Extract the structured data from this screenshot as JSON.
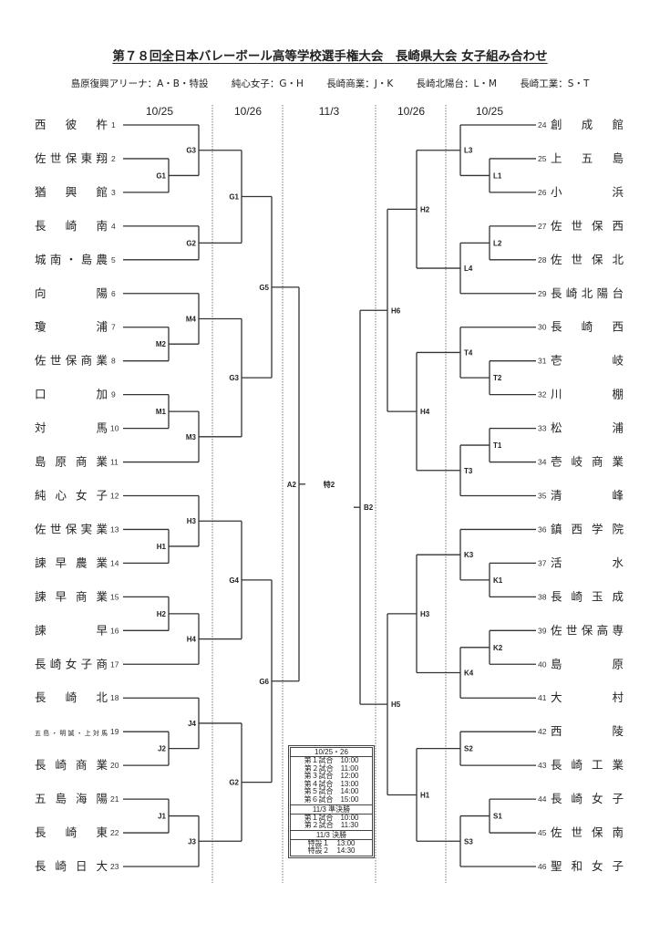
{
  "title": "第７８回全日本バレーボール高等学校選手権大会　長崎県大会 女子組み合わせ",
  "venues": [
    "島原復興アリーナ：A・B・特設",
    "純心女子：G・H",
    "長崎商業：J・K",
    "長崎北陽台：L・M",
    "長崎工業：S・T"
  ],
  "dates": {
    "left_r1": "10/25",
    "left_r2": "10/26",
    "final": "11/3",
    "right_r2": "10/26",
    "right_r1": "10/25"
  },
  "left_teams": [
    {
      "num": "1",
      "name": "西　彼　杵"
    },
    {
      "num": "2",
      "name": "佐世保東翔"
    },
    {
      "num": "3",
      "name": "猶　興　館"
    },
    {
      "num": "4",
      "name": "長　崎　南"
    },
    {
      "num": "5",
      "name": "城南・島農"
    },
    {
      "num": "6",
      "name": "向　　　陽"
    },
    {
      "num": "7",
      "name": "瓊　　　浦"
    },
    {
      "num": "8",
      "name": "佐世保商業"
    },
    {
      "num": "9",
      "name": "口　　　加"
    },
    {
      "num": "10",
      "name": "対　　　馬"
    },
    {
      "num": "11",
      "name": "島 原 商 業"
    },
    {
      "num": "12",
      "name": "純 心 女 子"
    },
    {
      "num": "13",
      "name": "佐世保実業"
    },
    {
      "num": "14",
      "name": "諫 早 農 業"
    },
    {
      "num": "15",
      "name": "諫 早 商 業"
    },
    {
      "num": "16",
      "name": "諫　　　早"
    },
    {
      "num": "17",
      "name": "長崎女子商"
    },
    {
      "num": "18",
      "name": "長　崎　北"
    },
    {
      "num": "19",
      "name": "五島・明誠・上対馬",
      "small": true
    },
    {
      "num": "20",
      "name": "長 崎 商 業"
    },
    {
      "num": "21",
      "name": "五 島 海 陽"
    },
    {
      "num": "22",
      "name": "長　崎　東"
    },
    {
      "num": "23",
      "name": "長 崎 日 大"
    }
  ],
  "right_teams": [
    {
      "num": "24",
      "name": "創　成　館"
    },
    {
      "num": "25",
      "name": "上　五　島"
    },
    {
      "num": "26",
      "name": "小　　　浜"
    },
    {
      "num": "27",
      "name": "佐 世 保 西"
    },
    {
      "num": "28",
      "name": "佐 世 保 北"
    },
    {
      "num": "29",
      "name": "長崎北陽台"
    },
    {
      "num": "30",
      "name": "長　崎　西"
    },
    {
      "num": "31",
      "name": "壱　　　岐"
    },
    {
      "num": "32",
      "name": "川　　　棚"
    },
    {
      "num": "33",
      "name": "松　　　浦"
    },
    {
      "num": "34",
      "name": "壱 岐 商 業"
    },
    {
      "num": "35",
      "name": "清　　　峰"
    },
    {
      "num": "36",
      "name": "鎮 西 学 院"
    },
    {
      "num": "37",
      "name": "活　　　水"
    },
    {
      "num": "38",
      "name": "長 崎 玉 成"
    },
    {
      "num": "39",
      "name": "佐世保高専"
    },
    {
      "num": "40",
      "name": "島　　　原"
    },
    {
      "num": "41",
      "name": "大　　　村"
    },
    {
      "num": "42",
      "name": "西　　　陵"
    },
    {
      "num": "43",
      "name": "長 崎 工 業"
    },
    {
      "num": "44",
      "name": "長 崎 女 子"
    },
    {
      "num": "45",
      "name": "佐 世 保 南"
    },
    {
      "num": "46",
      "name": "聖 和 女 子"
    }
  ],
  "left_matches": {
    "r1_inner": [
      {
        "label": "G1",
        "a": 2,
        "b": 3
      },
      {
        "label": "M2",
        "a": 7,
        "b": 8
      },
      {
        "label": "M1",
        "a": 9,
        "b": 10
      },
      {
        "label": "H1",
        "a": 13,
        "b": 14
      },
      {
        "label": "H2",
        "a": 15,
        "b": 16
      },
      {
        "label": "J2",
        "a": 19,
        "b": 20
      },
      {
        "label": "J1",
        "a": 21,
        "b": 22
      }
    ],
    "r1_outer": [
      {
        "label": "G3",
        "a": "t1",
        "b": "G1"
      },
      {
        "label": "G2",
        "a": "t4",
        "b": "t5"
      },
      {
        "label": "M4",
        "a": "t6",
        "b": "M2"
      },
      {
        "label": "M3",
        "a": "M1",
        "b": "t11"
      },
      {
        "label": "H3",
        "a": "t12",
        "b": "H1"
      },
      {
        "label": "H4",
        "a": "H2",
        "b": "t17"
      },
      {
        "label": "J4",
        "a": "t18",
        "b": "J2"
      },
      {
        "label": "J3",
        "a": "J1",
        "b": "t23"
      }
    ],
    "r2": [
      {
        "label": "G1",
        "a": "G3",
        "b": "G2"
      },
      {
        "label": "G3",
        "a": "M4",
        "b": "M3"
      },
      {
        "label": "G4",
        "a": "H3",
        "b": "H4"
      },
      {
        "label": "G2",
        "a": "J4",
        "b": "J3"
      }
    ],
    "r3": [
      {
        "label": "G5",
        "a": "r2:0",
        "b": "r2:1"
      },
      {
        "label": "G6",
        "a": "r2:2",
        "b": "r2:3"
      }
    ],
    "semi": {
      "label": "A2"
    }
  },
  "right_matches": {
    "r1_inner": [
      {
        "label": "L1",
        "a": 25,
        "b": 26
      },
      {
        "label": "L2",
        "a": 27,
        "b": 28
      },
      {
        "label": "T2",
        "a": 31,
        "b": 32
      },
      {
        "label": "T1",
        "a": 33,
        "b": 34
      },
      {
        "label": "K1",
        "a": 37,
        "b": 38
      },
      {
        "label": "K2",
        "a": 39,
        "b": 40
      },
      {
        "label": "S1",
        "a": 44,
        "b": 45
      }
    ],
    "r1_outer": [
      {
        "label": "L3",
        "a": "t24",
        "b": "L1"
      },
      {
        "label": "L4",
        "a": "L2",
        "b": "t29"
      },
      {
        "label": "T4",
        "a": "t30",
        "b": "T2"
      },
      {
        "label": "T3",
        "a": "T1",
        "b": "t35"
      },
      {
        "label": "K3",
        "a": "t36",
        "b": "K1"
      },
      {
        "label": "K4",
        "a": "K2",
        "b": "t41"
      },
      {
        "label": "S2",
        "a": "t42",
        "b": "t43"
      },
      {
        "label": "S3",
        "a": "S1",
        "b": "t46"
      }
    ],
    "r2": [
      {
        "label": "H2",
        "a": "L3",
        "b": "L4"
      },
      {
        "label": "H4",
        "a": "T4",
        "b": "T3"
      },
      {
        "label": "H3",
        "a": "K3",
        "b": "K4"
      },
      {
        "label": "H1",
        "a": "S2",
        "b": "S3"
      }
    ],
    "r3": [
      {
        "label": "H6",
        "a": "r2:0",
        "b": "r2:1"
      },
      {
        "label": "H5",
        "a": "r2:2",
        "b": "r2:3"
      }
    ],
    "semi": {
      "label": "B2"
    }
  },
  "final_label": "特2",
  "schedule": {
    "sections": [
      {
        "header": "10/25・26",
        "rows": [
          "第１試合　10:00",
          "第２試合　11:00",
          "第３試合　12:00",
          "第４試合　13:00",
          "第５試合　14:00",
          "第６試合　15:00"
        ]
      },
      {
        "header": "11/3 準決勝",
        "rows": [
          "第１試合　10:00",
          "第２試合　11:30"
        ]
      },
      {
        "header": "11/3 決勝",
        "rows": [
          "特設１　13:00",
          "特設２　14:30"
        ]
      }
    ]
  }
}
